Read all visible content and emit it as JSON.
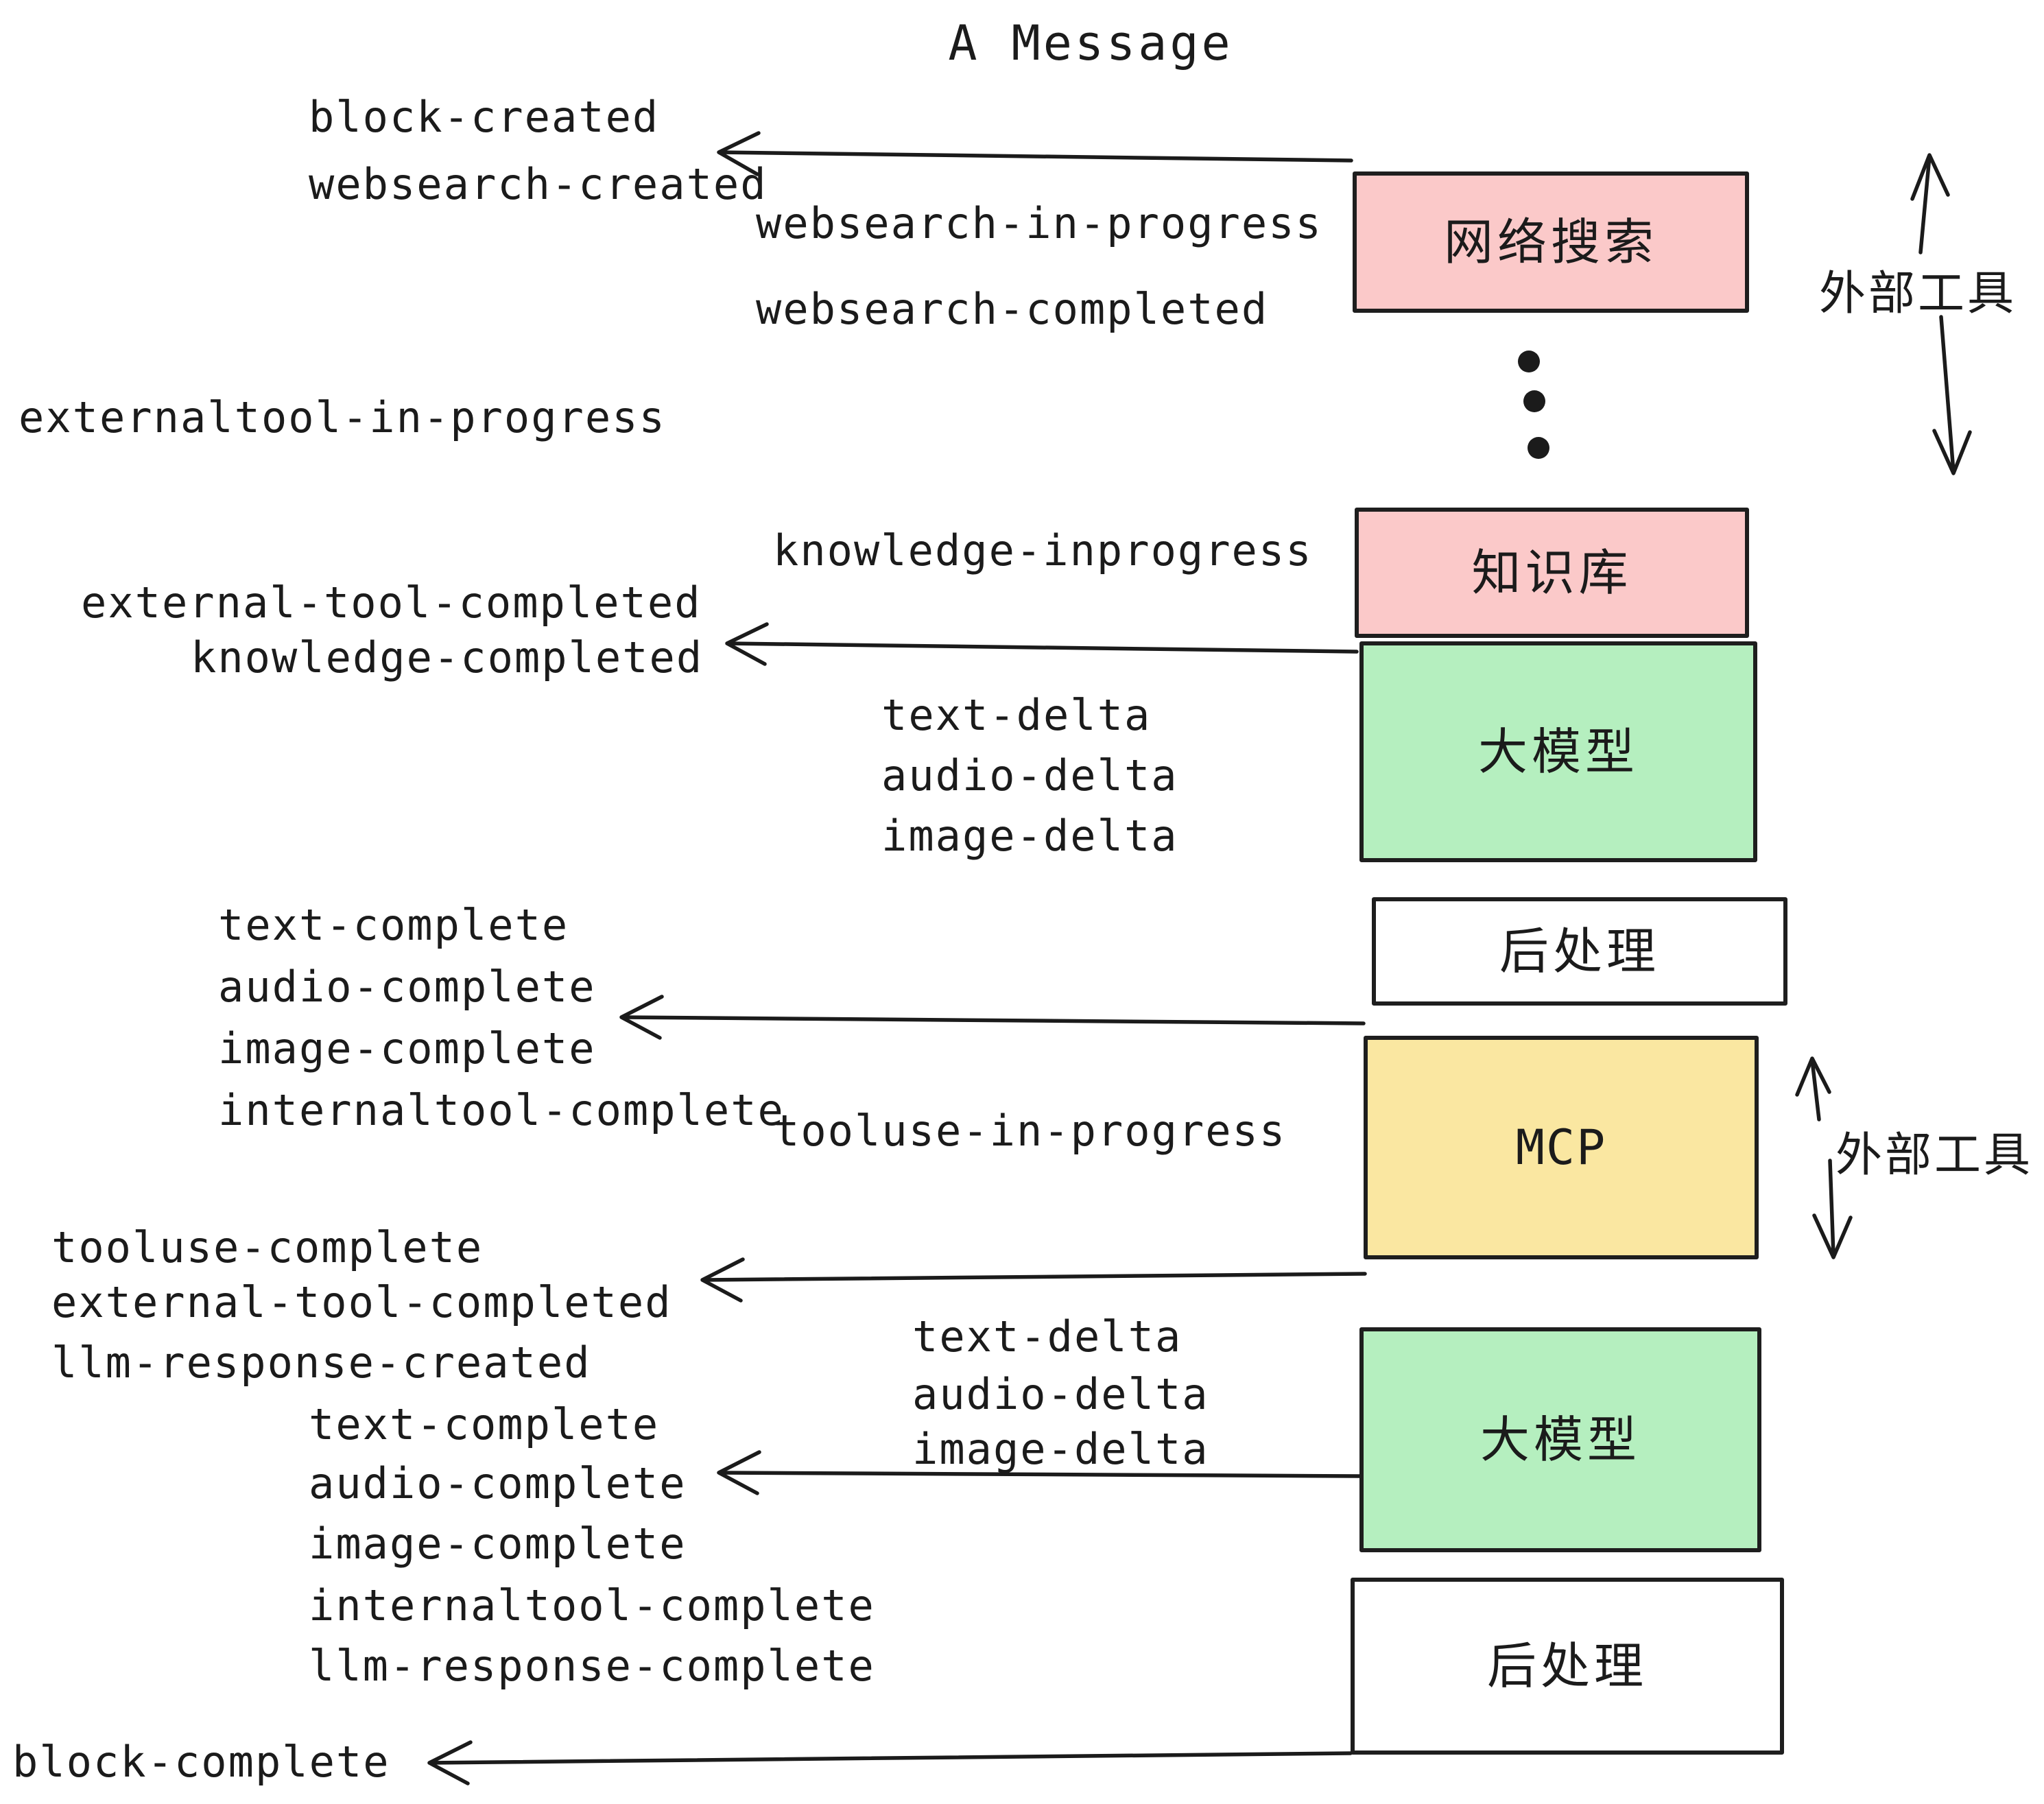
{
  "title": "A Message",
  "colors": {
    "pink": "#fbc9c9",
    "green": "#b5efbf",
    "yellow": "#fae7a1",
    "white": "#ffffff",
    "ink": "#1b1b1b"
  },
  "boxes": {
    "websearch": {
      "label": "网络搜索"
    },
    "knowledge": {
      "label": "知识库"
    },
    "llm1": {
      "label": "大模型"
    },
    "post1": {
      "label": "后处理"
    },
    "mcp": {
      "label": "MCP"
    },
    "llm2": {
      "label": "大模型"
    },
    "post2": {
      "label": "后处理"
    }
  },
  "side_labels": {
    "external_tools_top": "外部工具",
    "external_tools_mcp": "外部工具"
  },
  "events": {
    "block_created": "block-created",
    "websearch_created": "websearch-created",
    "websearch_in_progress": "websearch-in-progress",
    "websearch_completed": "websearch-completed",
    "externaltool_in_progress": "externaltool-in-progress",
    "knowledge_inprogress": "knowledge-inprogress",
    "external_tool_completed_1": "external-tool-completed",
    "knowledge_completed": "knowledge-completed",
    "text_delta_1": "text-delta",
    "audio_delta_1": "audio-delta",
    "image_delta_1": "image-delta",
    "text_complete_1": "text-complete",
    "audio_complete_1": "audio-complete",
    "image_complete_1": "image-complete",
    "internaltool_complete_1": "internaltool-complete",
    "tooluse_in_progress": "tooluse-in-progress",
    "tooluse_complete": "tooluse-complete",
    "external_tool_completed_2": "external-tool-completed",
    "llm_response_created": "llm-response-created",
    "text_complete_2": "text-complete",
    "text_delta_2": "text-delta",
    "audio_delta_2": "audio-delta",
    "image_delta_2": "image-delta",
    "audio_complete_2": "audio-complete",
    "image_complete_2": "image-complete",
    "internaltool_complete_2": "internaltool-complete",
    "llm_response_complete": "llm-response-complete",
    "block_complete": "block-complete"
  }
}
